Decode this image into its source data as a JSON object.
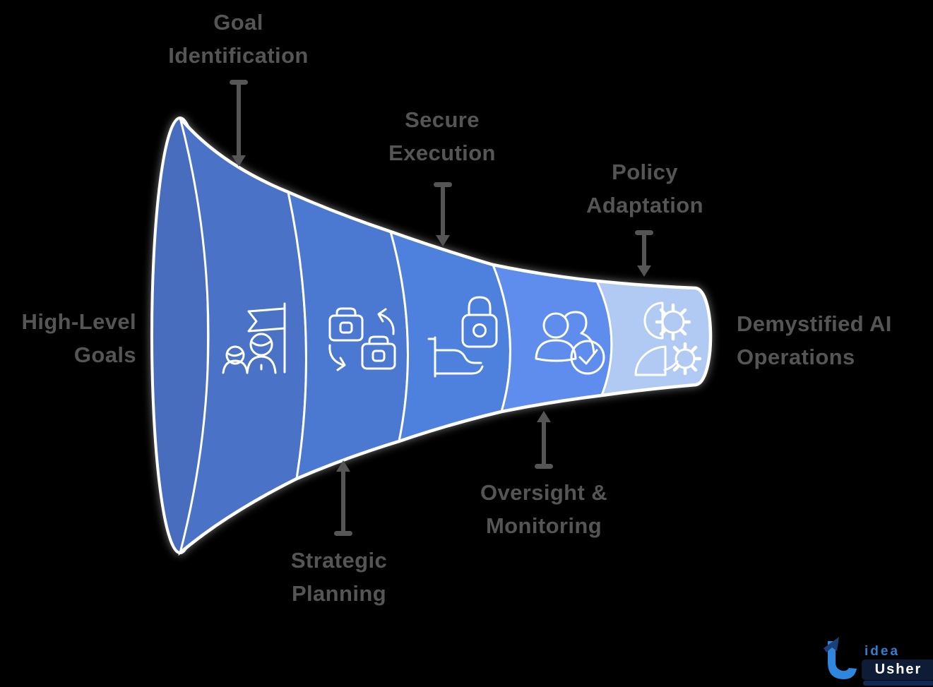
{
  "background_color": "#000000",
  "funnel": {
    "outline_color": "#ffffff",
    "mouth_color": "#486cbe",
    "segments": [
      {
        "label": "Goal Identification",
        "icon": "team-flag-icon",
        "color": "#4a72c6"
      },
      {
        "label": "Strategic Planning",
        "icon": "briefcase-exchange-icon",
        "color": "#4b78d0"
      },
      {
        "label": "Secure Execution",
        "icon": "padlock-icon",
        "color": "#4e80dd"
      },
      {
        "label": "Oversight & Monitoring",
        "icon": "people-check-icon",
        "color": "#5e8ded"
      },
      {
        "label": "Policy Adaptation",
        "icon": "person-gears-icon",
        "color": "#b1caf4"
      }
    ]
  },
  "labels": {
    "goal_identification": {
      "line1": "Goal",
      "line2": "Identification"
    },
    "secure_execution": {
      "line1": "Secure",
      "line2": "Execution"
    },
    "policy_adaptation": {
      "line1": "Policy",
      "line2": "Adaptation"
    },
    "high_level_goals": {
      "line1": "High-Level",
      "line2": "Goals"
    },
    "ai_operations": {
      "line1": "Demystified AI",
      "line2": "Operations"
    },
    "strategic_planning": {
      "line1": "Strategic",
      "line2": "Planning"
    },
    "oversight_monitoring": {
      "line1": "Oversight &",
      "line2": "Monitoring"
    }
  },
  "style": {
    "label_text_color": "#555555",
    "connector_color": "#555555"
  },
  "logo": {
    "brand_top": "idea",
    "brand_bottom": "Usher",
    "u_color": "#2f86dd",
    "arrow_color": "#1d3f77",
    "idea_color": "#2e7fd2",
    "badge_color": "#0e1c36",
    "badge_text_color": "#ffffff"
  }
}
